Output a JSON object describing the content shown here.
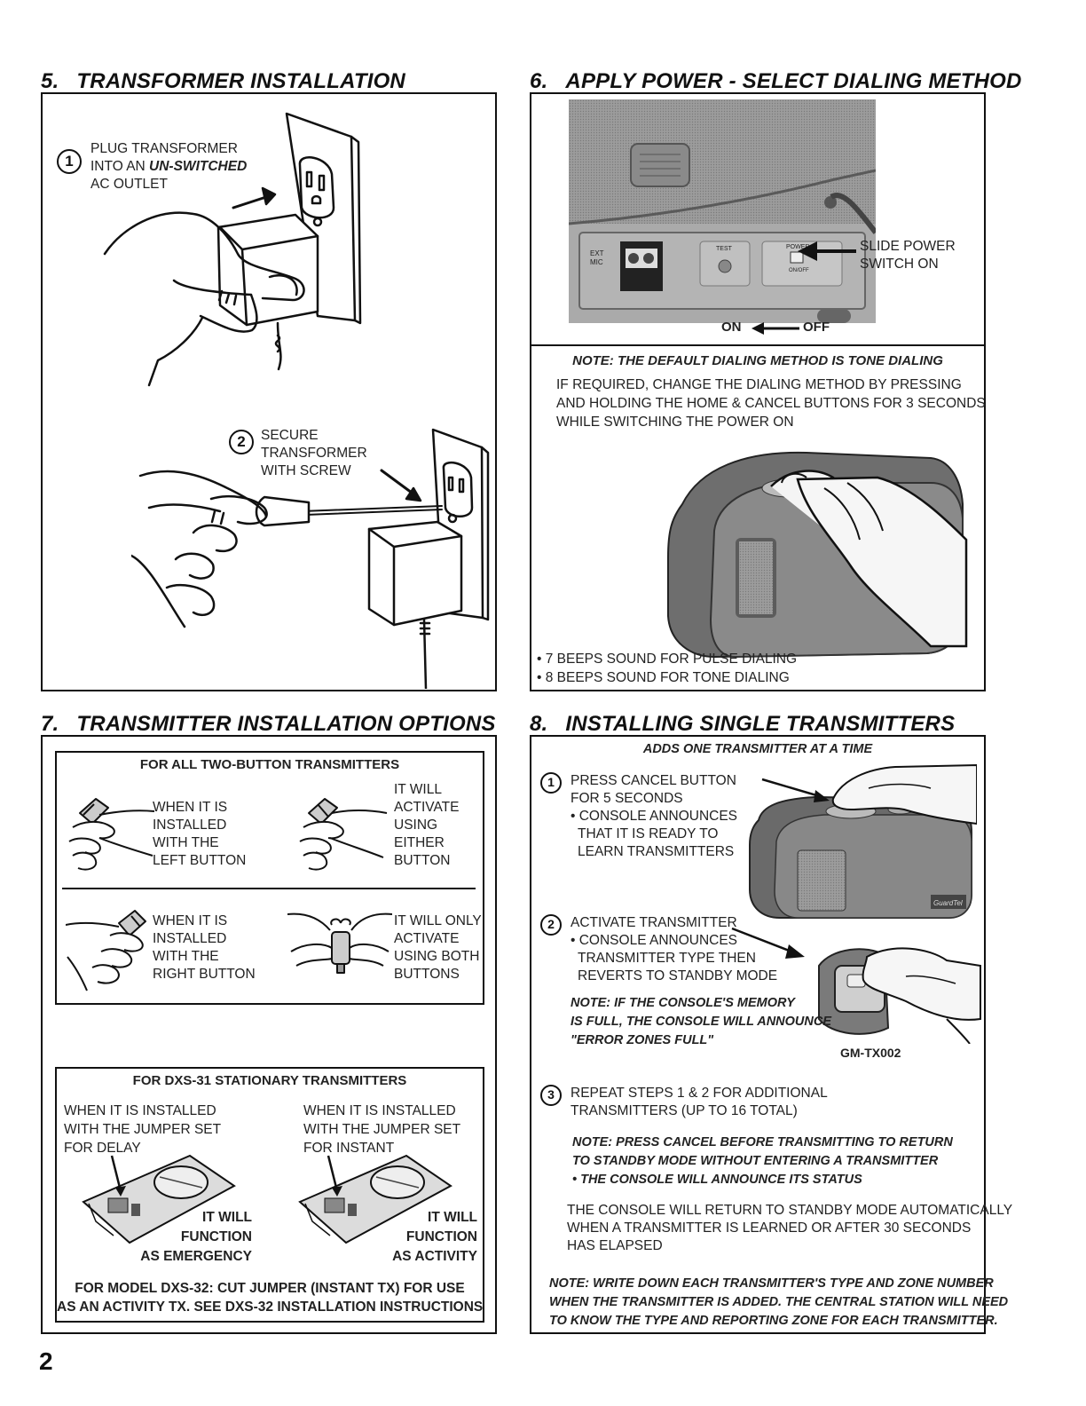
{
  "page_number": "2",
  "s5": {
    "num": "5.",
    "title": "TRANSFORMER INSTALLATION",
    "step1_num": "1",
    "step1_l1": "PLUG TRANSFORMER",
    "step1_l2a": "INTO AN ",
    "step1_l2b": "UN-SWITCHED",
    "step1_l3": "AC OUTLET",
    "step2_num": "2",
    "step2_l1": "SECURE",
    "step2_l2": "TRANSFORMER",
    "step2_l3": "WITH SCREW"
  },
  "s6": {
    "num": "6.",
    "title": "APPLY POWER - SELECT DIALING METHOD",
    "panel_ext": "EXT",
    "panel_mic": "MIC",
    "panel_test": "TEST",
    "panel_power": "POWER",
    "panel_onoff": "ON/OFF",
    "callout_l1": "SLIDE POWER",
    "callout_l2": "SWITCH ON",
    "on_label": "ON",
    "off_label": "OFF",
    "note": "NOTE: THE DEFAULT DIALING METHOD IS TONE DIALING",
    "body_l1": "IF REQUIRED, CHANGE THE DIALING METHOD BY PRESSING",
    "body_l2": "AND HOLDING THE HOME & CANCEL BUTTONS FOR 3 SECONDS",
    "body_l3": "WHILE SWITCHING THE POWER ON",
    "bullet1": "• 7 BEEPS SOUND FOR PULSE DIALING",
    "bullet2": "• 8 BEEPS SOUND FOR TONE DIALING"
  },
  "s7": {
    "num": "7.",
    "title": "TRANSMITTER INSTALLATION OPTIONS",
    "two_button_header": "FOR ALL TWO-BUTTON TRANSMITTERS",
    "left_l1": "WHEN IT IS",
    "left_l2": "INSTALLED",
    "left_l3": "WITH THE",
    "left_l4": "LEFT BUTTON",
    "either_l1": "IT WILL",
    "either_l2": "ACTIVATE",
    "either_l3": "USING",
    "either_l4": "EITHER",
    "either_l5": "BUTTON",
    "right_l1": "WHEN IT IS",
    "right_l2": "INSTALLED",
    "right_l3": "WITH THE",
    "right_l4": "RIGHT BUTTON",
    "both_l1": "IT WILL ONLY",
    "both_l2": "ACTIVATE",
    "both_l3": "USING BOTH",
    "both_l4": "BUTTONS",
    "dxs_header": "FOR DXS-31 STATIONARY TRANSMITTERS",
    "delay_l1": "WHEN IT IS INSTALLED",
    "delay_l2": "WITH THE JUMPER SET",
    "delay_l3": "FOR DELAY",
    "emerg_l1": "IT WILL",
    "emerg_l2": "FUNCTION",
    "emerg_l3": "AS EMERGENCY",
    "instant_l1": "WHEN IT IS INSTALLED",
    "instant_l2": "WITH THE JUMPER SET",
    "instant_l3": "FOR INSTANT",
    "activity_l1": "IT WILL",
    "activity_l2": "FUNCTION",
    "activity_l3": "AS ACTIVITY",
    "foot_l1": "FOR MODEL DXS-32: CUT JUMPER (INSTANT TX) FOR USE",
    "foot_l2": "AS AN ACTIVITY TX. SEE DXS-32 INSTALLATION INSTRUCTIONS"
  },
  "s8": {
    "num": "8.",
    "title": "INSTALLING SINGLE TRANSMITTERS",
    "subtitle": "ADDS ONE TRANSMITTER AT A TIME",
    "step1_num": "1",
    "step1_l1": "PRESS CANCEL BUTTON",
    "step1_l2": "FOR 5 SECONDS",
    "step1_l3": "• CONSOLE ANNOUNCES",
    "step1_l4": "THAT IT IS READY TO",
    "step1_l5": "LEARN TRANSMITTERS",
    "step2_num": "2",
    "step2_l1": "ACTIVATE TRANSMITTER",
    "step2_l2": "• CONSOLE ANNOUNCES",
    "step2_l3": "TRANSMITTER TYPE THEN",
    "step2_l4": "REVERTS TO STANDBY MODE",
    "note1_l1": "NOTE: IF THE CONSOLE'S MEMORY",
    "note1_l2": "IS FULL, THE CONSOLE WILL ANNOUNCE",
    "note1_l3": "\"ERROR ZONES FULL\"",
    "model": "GM-TX002",
    "brand": "GuardTel",
    "step3_num": "3",
    "step3_l1": "REPEAT STEPS 1 & 2 FOR ADDITIONAL",
    "step3_l2": "TRANSMITTERS (UP TO 16 TOTAL)",
    "note2_l1": "NOTE: PRESS CANCEL BEFORE TRANSMITTING TO RETURN",
    "note2_l2": "TO STANDBY MODE WITHOUT ENTERING A TRANSMITTER",
    "note2_l3": "• THE CONSOLE WILL ANNOUNCE ITS STATUS",
    "auto_l1": "THE CONSOLE WILL RETURN TO STANDBY MODE AUTOMATICALLY",
    "auto_l2": "WHEN A TRANSMITTER IS LEARNED OR AFTER 30 SECONDS",
    "auto_l3": "HAS ELAPSED",
    "note3_l1": "NOTE: WRITE DOWN EACH TRANSMITTER'S TYPE AND ZONE NUMBER",
    "note3_l2": "WHEN THE TRANSMITTER IS ADDED. THE CENTRAL STATION WILL NEED",
    "note3_l3": "TO KNOW THE TYPE AND REPORTING ZONE FOR EACH TRANSMITTER."
  }
}
